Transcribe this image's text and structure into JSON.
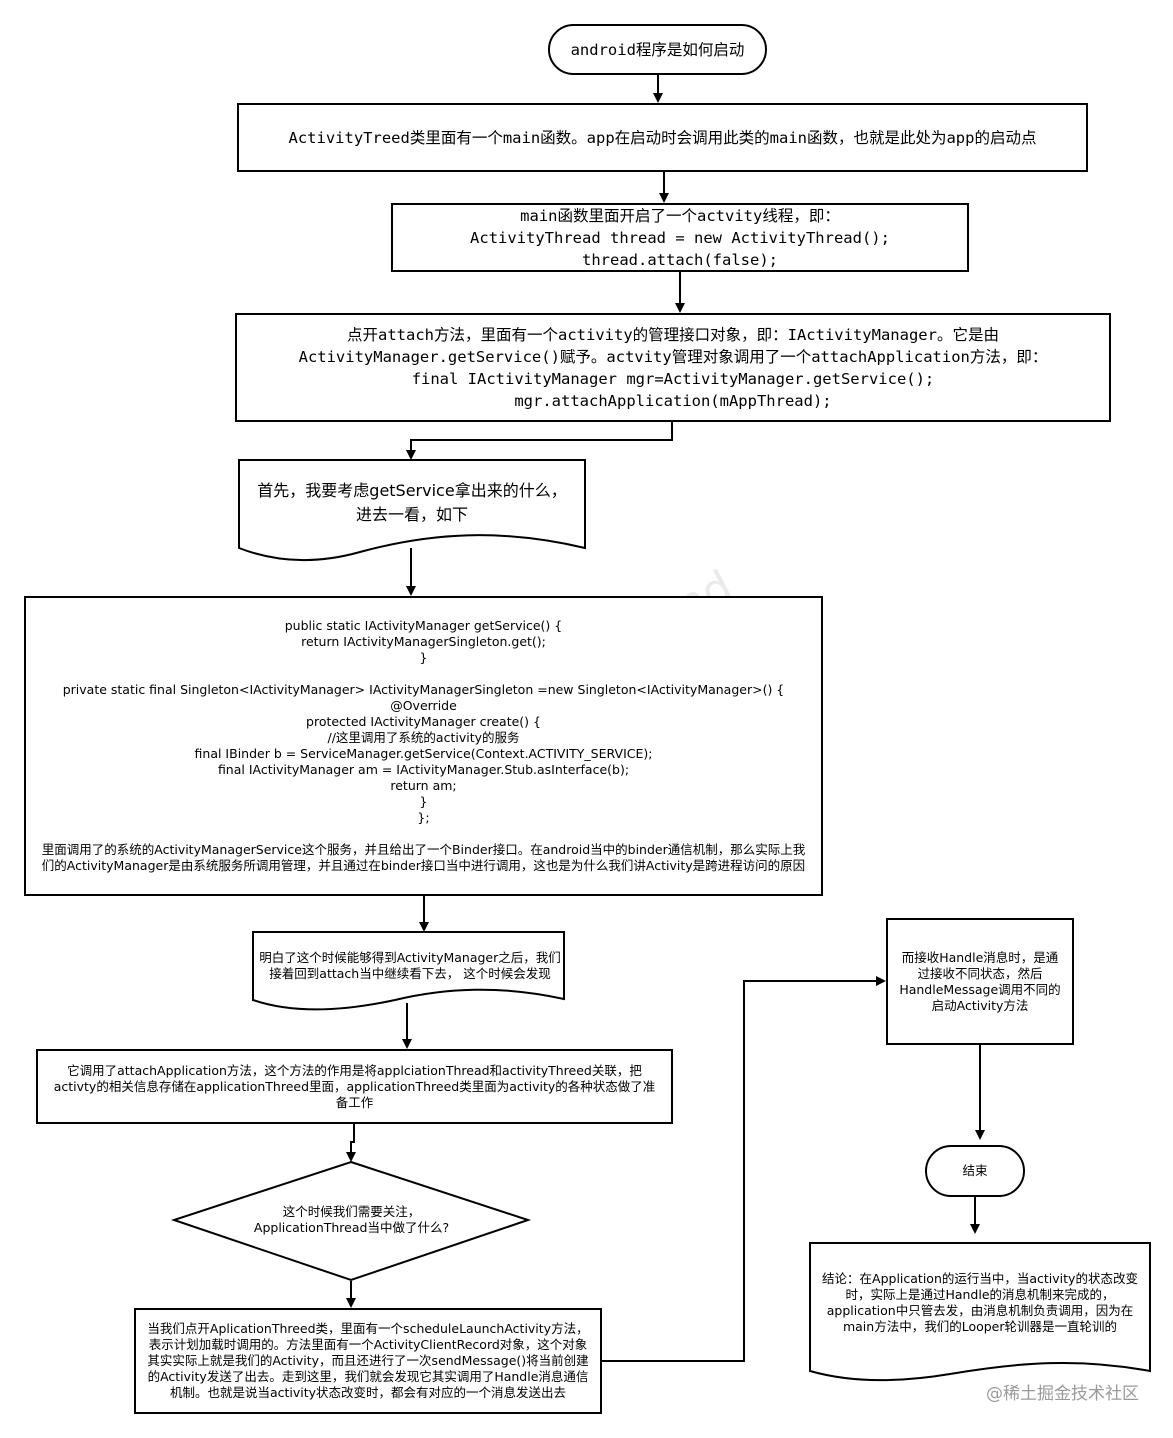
{
  "nodes": {
    "start": "android程序是如何启动",
    "step1": "ActivityTreed类里面有一个main函数。app在启动时会调用此类的main函数，也就是此处为app的启动点",
    "step2": "main函数里面开启了一个actvity线程，即：\nActivityThread thread = new ActivityThread();\nthread.attach(false);",
    "step3": "点开attach方法，里面有一个activity的管理接口对象，即：IActivityManager。它是由\nActivityManager.getService()赋予。actvity管理对象调用了一个attachApplication方法，即：\nfinal IActivityManager mgr=ActivityManager.getService();\nmgr.attachApplication(mAppThread);",
    "doc1": "首先，我要考虑getService拿出来的什么，\n进去一看，如下",
    "code": "public static IActivityManager getService() {\n        return IActivityManagerSingleton.get();\n    }\n\nprivate static final Singleton<IActivityManager> IActivityManagerSingleton =new Singleton<IActivityManager>() {\n        @Override\n        protected IActivityManager create() {\n            //这里调用了系统的activity的服务\n            final IBinder b = ServiceManager.getService(Context.ACTIVITY_SERVICE);\n            final IActivityManager am = IActivityManager.Stub.asInterface(b);\n            return am;\n        }\n    };\n\n里面调用了的系统的ActivityManagerService这个服务，并且给出了一个Binder接口。在android当中的binder通信机制，那么实际上我们的ActivityManager是由系统服务所调用管理，并且通过在binder接口当中进行调用，这也是为什么我们讲Activity是跨进程访问的原因",
    "doc2": "明白了这个时候能够得到ActivityManager之后，我们接着回到attach当中继续看下去， 这个时候会发现",
    "step4": "它调用了attachApplication方法，这个方法的作用是将applciationThread和activityThreed关联，把activty的相关信息存储在applicationThreed里面，applicationThreed类里面为activity的各种状态做了准备工作",
    "decision": "这个时候我们需要关注，\nApplicationThread当中做了什么?",
    "step5": "当我们点开AplicationThreed类，里面有一个scheduleLaunchActivity方法，表示计划加载时调用的。方法里面有一个ActivityClientRecord对象，这个对象其实实际上就是我们的Activity，而且还进行了一次sendMessage()将当前创建的Activity发送了出去。走到这里，我们就会发现它其实调用了Handle消息通信机制。也就是说当activity状态改变时，都会有对应的一个消息发送出去",
    "step6": "而接收Handle消息时，是通过接收不同状态，然后HandleMessage调用不同的启动Activity方法",
    "end": "结束",
    "conclusion": "结论：在Application的运行当中，当activity的状态改变时，实际上是通过Handle的消息机制来完成的，application中只管去发，由消息机制负责调用，因为在main方法中，我们的Looper轮训器是一直轮训的"
  },
  "watermark": "ProcessOn Mind",
  "footer": "@稀土掘金技术社区"
}
